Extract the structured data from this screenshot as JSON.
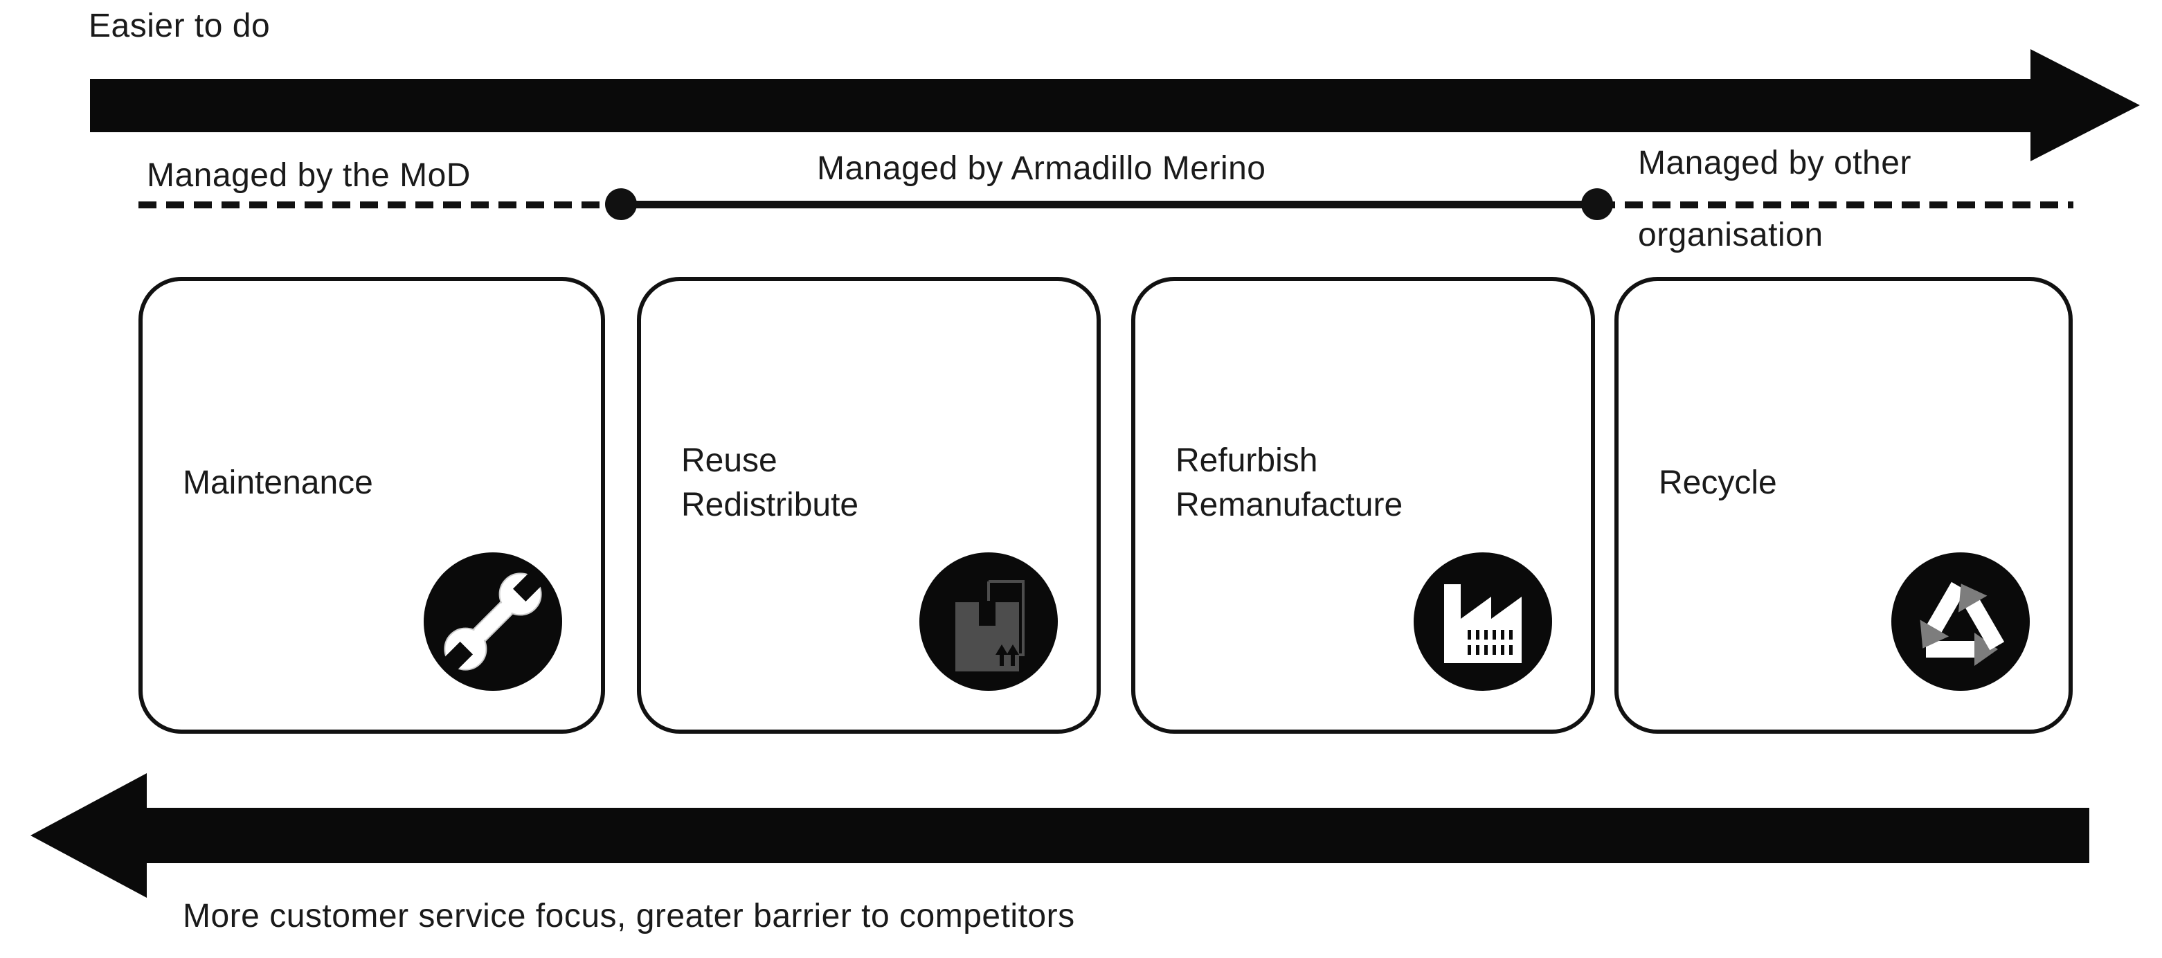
{
  "colors": {
    "ink": "#111111",
    "text": "#1a1a1a",
    "icon_background": "#0a0a0a",
    "package_gray": "#4d4d4d",
    "recycle_gray": "#7d7d7d",
    "background": "#ffffff"
  },
  "top_arrow": {
    "label": "Easier to do",
    "direction": "right"
  },
  "management_line": {
    "mod_label": "Managed by the MoD",
    "armadillo_label": "Managed by Armadillo Merino",
    "other_label_line1": "Managed by other",
    "other_label_line2": "organisation"
  },
  "boxes": [
    {
      "line1": "Maintenance",
      "line2": "",
      "icon": "wrench-icon"
    },
    {
      "line1": "Reuse",
      "line2": "Redistribute",
      "icon": "package-icon"
    },
    {
      "line1": "Refurbish",
      "line2": "Remanufacture",
      "icon": "factory-icon"
    },
    {
      "line1": "Recycle",
      "line2": "",
      "icon": "recycle-icon"
    }
  ],
  "bottom_arrow": {
    "label": "More customer service focus, greater barrier to competitors",
    "direction": "left"
  }
}
